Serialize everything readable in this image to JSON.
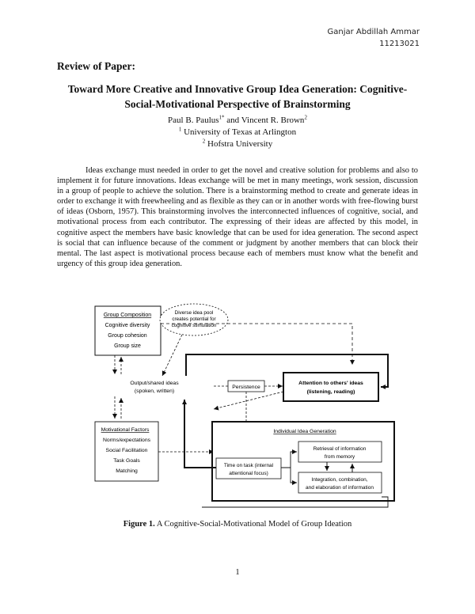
{
  "header": {
    "author_name": "Ganjar Abdillah Ammar",
    "student_id": "11213021"
  },
  "review_label": "Review of Paper:",
  "title": "Toward More Creative and Innovative Group Idea Generation: Cognitive-Social-Motivational Perspective of Brainstorming",
  "authors": {
    "author1": "Paul B. Paulus",
    "author1_sup": "1*",
    "and": "and",
    "author2": "Vincent R. Brown",
    "author2_sup": "2",
    "affiliation1_sup": "1",
    "affiliation1": "University of Texas at Arlington",
    "affiliation2_sup": "2",
    "affiliation2": "Hofstra University"
  },
  "body": "Ideas exchange must needed in order to get the novel and creative solution for problems and also to implement it for future innovations. Ideas exchange will be met in many meetings, work session, discussion in a group of people to achieve the solution. There is a brainstorming method to create and generate ideas in order to exchange it with freewheeling and as flexible as they can or in another words with free-flowing burst of ideas (Osborn, 1957). This brainstorming involves the interconnected influences of cognitive, social, and motivational process from each contributor. The expressing of their ideas are affected by this model, in cognitive aspect the members have basic knowledge that can be used for idea generation. The second aspect is social that can influence because of the comment or judgment by another members that can block their mental. The last aspect is motivational process because each of members must know what the benefit and urgency of this group idea generation.",
  "figure": {
    "group_composition": "Group Composition",
    "cognitive_diversity": "Cognitive diversity",
    "group_cohesion": "Group cohesion",
    "group_size": "Group size",
    "diverse_line1": "Diverse idea pool",
    "diverse_line2": "creates potential for",
    "diverse_line3": "cognitive stimulation",
    "output_line1": "Output/shared ideas",
    "output_line2": "(spoken, written)",
    "persistence": "Persistence",
    "attention_line1": "Attention to others' ideas",
    "attention_line2": "(listening, reading)",
    "motivational_factors": "Motivational Factors",
    "norms": "Norms/expectations",
    "social_facilitation": "Social Facilitation",
    "task_goals": "Task Goals",
    "matching": "Matching",
    "individual_idea_generation": "Individual Idea Generation",
    "retrieval_line1": "Retrieval of information",
    "retrieval_line2": "from memory",
    "time_line1": "Time on task (internal",
    "time_line2": "attentional focus)",
    "integration_line1": "Integration, combination,",
    "integration_line2": "and elaboration of information"
  },
  "caption": {
    "label": "Figure 1.",
    "text": "A Cognitive-Social-Motivational Model of Group Ideation"
  },
  "page_number": "1"
}
